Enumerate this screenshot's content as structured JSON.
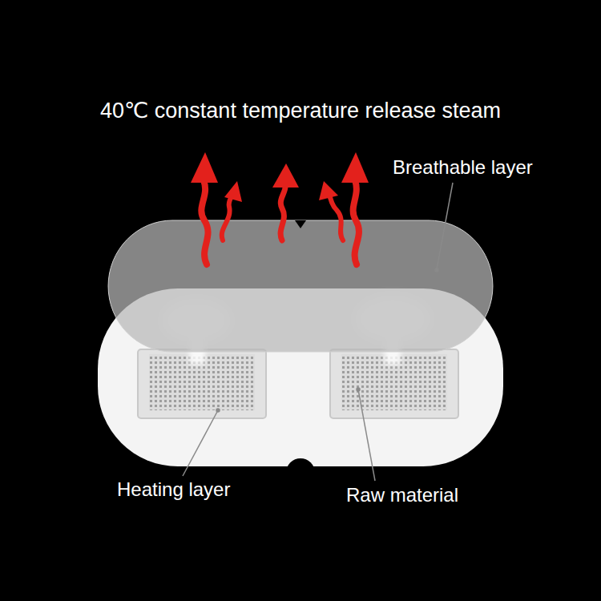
{
  "diagram": {
    "title": "40℃ constant temperature release steam",
    "labels": [
      "Breathable layer",
      "Heating layer",
      "Raw material"
    ]
  }
}
